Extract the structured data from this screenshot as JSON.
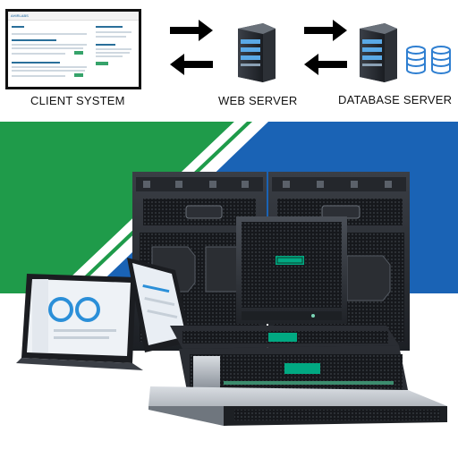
{
  "diagram": {
    "client_label": "CLIENT SYSTEM",
    "web_label": "WEB SERVER",
    "db_label": "DATABASE SERVER",
    "client_screen_brand": "AHIRLABS",
    "icons": [
      "monitor-icon",
      "arrow-right-icon",
      "arrow-left-icon",
      "server-tower-icon",
      "database-stack-icon"
    ]
  },
  "colors": {
    "green_band": "#1f9b4a",
    "blue_band": "#1a63b5",
    "server_dark": "#2a2d33",
    "hpe_green": "#01a982"
  }
}
